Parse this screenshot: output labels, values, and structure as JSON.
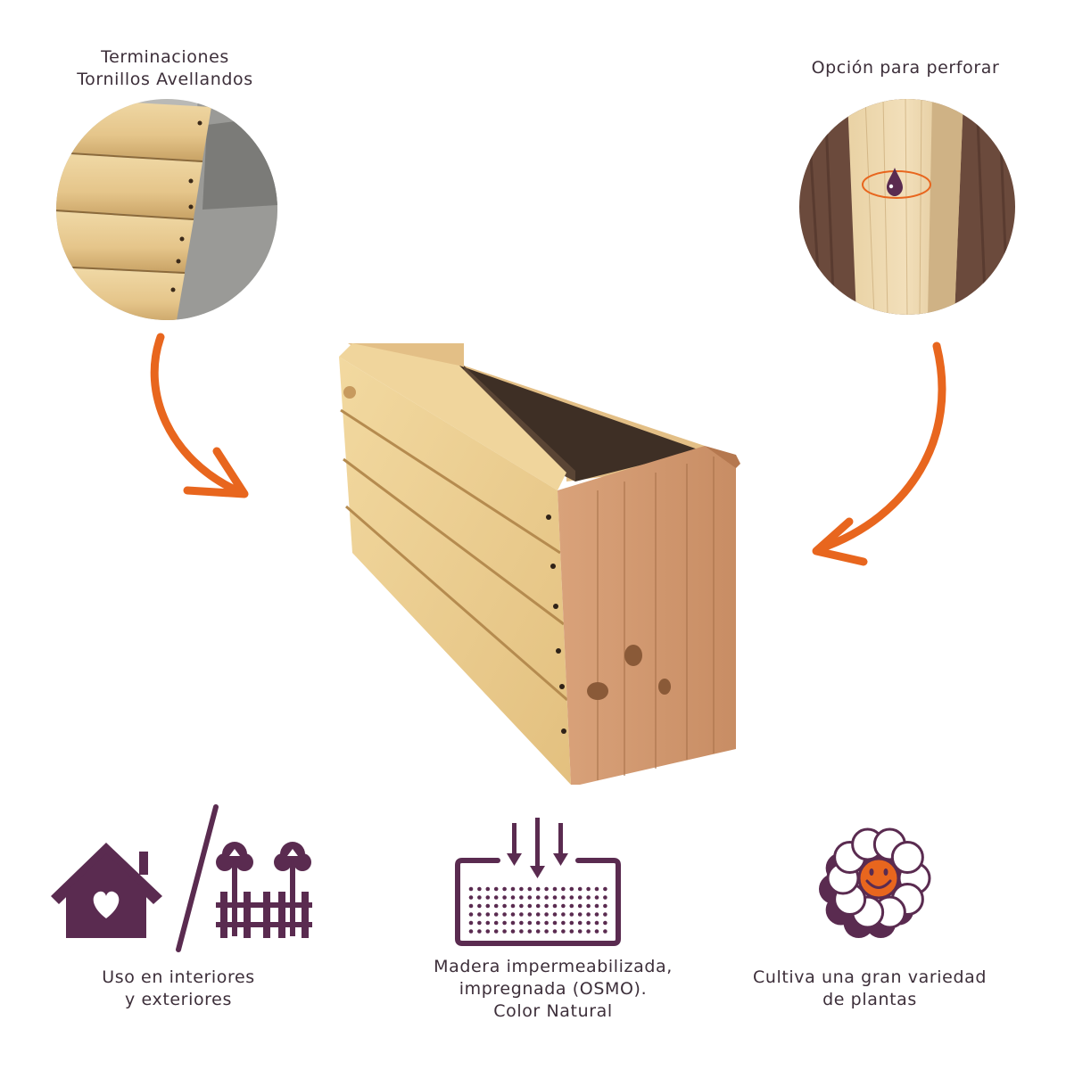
{
  "colors": {
    "accent_orange": "#e8661e",
    "brand_purple": "#5a2b50",
    "wood_light": "#e9cf94",
    "wood_dark": "#c98b5e"
  },
  "top_left": {
    "line1": "Terminaciones",
    "line2": "Tornillos Avellandos"
  },
  "top_right": {
    "line1": "Opción para perforar"
  },
  "features": [
    {
      "line1": "Uso en interiores",
      "line2": "y exteriores",
      "icon": "house-heart-and-garden-icon"
    },
    {
      "line1": "Madera impermeabilizada,",
      "line2": "impregnada (OSMO).",
      "line3": "Color Natural",
      "icon": "waterproof-wood-icon"
    },
    {
      "line1": "Cultiva una gran variedad",
      "line2": "de plantas",
      "icon": "smiling-flower-icon"
    }
  ]
}
